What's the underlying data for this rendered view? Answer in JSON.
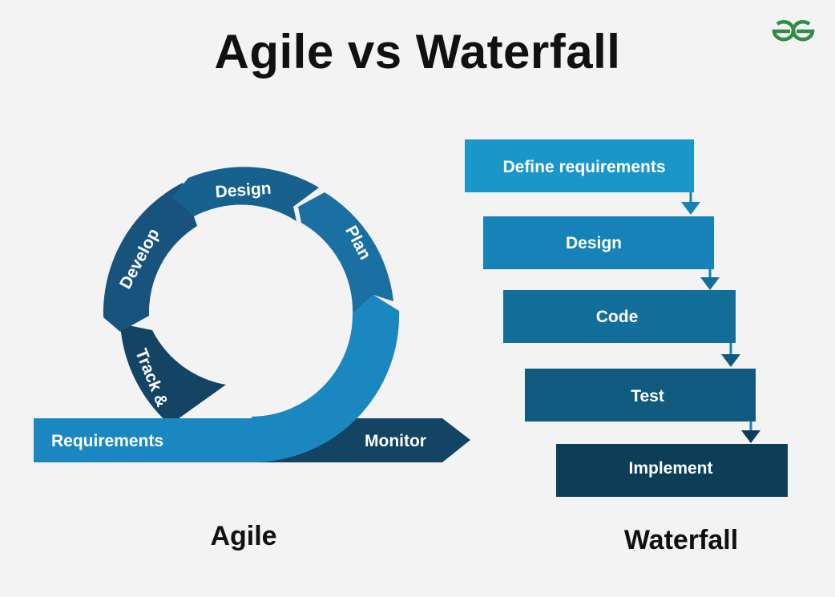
{
  "title": "Agile vs Waterfall",
  "logo": {
    "icon": "gfg-logo-icon",
    "color": "#2f8d46"
  },
  "agile": {
    "caption": "Agile",
    "loop_segments": [
      "Design",
      "Plan",
      "Develop",
      "Track &"
    ],
    "arrow_start_label": "Requirements",
    "arrow_end_label": "Monitor"
  },
  "waterfall": {
    "caption": "Waterfall",
    "steps": [
      "Define requirements",
      "Design",
      "Code",
      "Test",
      "Implement"
    ]
  },
  "colors": {
    "step_1": "#1b96c9",
    "step_2": "#1682b8",
    "step_3": "#136e9a",
    "step_4": "#0f5a7e",
    "step_5": "#0c3e58",
    "loop_light": "#1b87c1",
    "loop_mid": "#1a6fa3",
    "loop_dark": "#17537c",
    "loop_darkest": "#144463",
    "background": "#f3f3f3"
  }
}
